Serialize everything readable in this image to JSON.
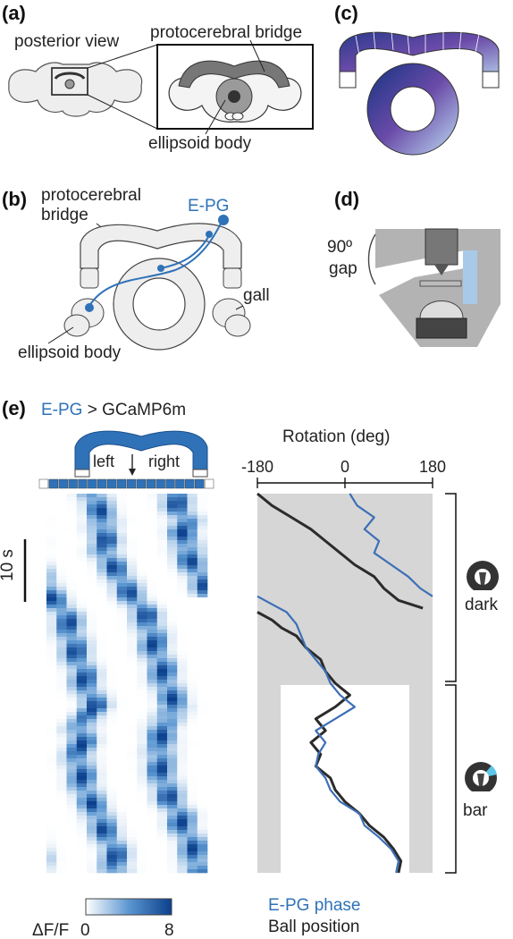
{
  "panels": {
    "a": {
      "letter": "(a)",
      "posterior_view": "posterior view",
      "pb_label": "protocerebral bridge",
      "eb_label": "ellipsoid body"
    },
    "b": {
      "letter": "(b)",
      "pb_label_line1": "protocerebral",
      "pb_label_line2": "bridge",
      "epg_label": "E-PG",
      "gall_label": "gall",
      "eb_label": "ellipsoid body"
    },
    "c": {
      "letter": "(c)"
    },
    "d": {
      "letter": "(d)",
      "gap_line1": "90º",
      "gap_line2": "gap"
    },
    "e": {
      "letter": "(e)",
      "title_epg": "E-PG",
      "title_rest": " > GCaMP6m",
      "left_label": "left",
      "right_label": "right",
      "scale_label": "10 s",
      "colorbar_label": "ΔF/F",
      "colorbar_min": "0",
      "colorbar_max": "8",
      "rotation_title": "Rotation (deg)",
      "x_ticks": [
        "-180",
        "0",
        "180"
      ],
      "dark_label": "dark",
      "bar_label": "bar",
      "legend_phase": "E-PG phase",
      "legend_ball": "Ball position"
    }
  },
  "colors": {
    "epg_blue": "#2f72b8",
    "ball_black": "#2b2b2b",
    "gray_bg": "#d6d6d6",
    "heat_dark": "#0b3f8c"
  },
  "chart_data": {
    "type": "line",
    "title": "",
    "xlabel": "Rotation (deg)",
    "ylabel": "",
    "xlim": [
      -180,
      180
    ],
    "x_ticks": [
      -180,
      0,
      180
    ],
    "y_unit": "s",
    "series": [
      {
        "name": "E-PG phase",
        "color": "#3d6fb6",
        "points": [
          [
            10,
            0
          ],
          [
            25,
            3
          ],
          [
            60,
            6
          ],
          [
            40,
            9
          ],
          [
            70,
            12
          ],
          [
            60,
            15
          ],
          [
            95,
            18
          ],
          [
            130,
            21
          ],
          [
            155,
            24
          ],
          [
            180,
            26
          ],
          [
            -180,
            26
          ],
          [
            -150,
            28
          ],
          [
            -120,
            30
          ],
          [
            -100,
            33
          ],
          [
            -90,
            36
          ],
          [
            -80,
            39
          ],
          [
            -60,
            42
          ],
          [
            -40,
            45
          ],
          [
            -30,
            48
          ],
          [
            -10,
            51
          ],
          [
            20,
            54
          ],
          [
            -20,
            57
          ],
          [
            -60,
            60
          ],
          [
            -40,
            63
          ],
          [
            -55,
            66
          ],
          [
            -60,
            69
          ],
          [
            -40,
            72
          ],
          [
            -30,
            75
          ],
          [
            -10,
            78
          ],
          [
            30,
            81
          ],
          [
            40,
            84
          ],
          [
            70,
            87
          ],
          [
            95,
            90
          ],
          [
            110,
            93
          ],
          [
            105,
            96
          ]
        ]
      },
      {
        "name": "Ball position",
        "color": "#2b2b2b",
        "points": [
          [
            -180,
            0
          ],
          [
            -150,
            3
          ],
          [
            -110,
            6
          ],
          [
            -70,
            9
          ],
          [
            -40,
            12
          ],
          [
            -10,
            15
          ],
          [
            20,
            18
          ],
          [
            60,
            21
          ],
          [
            80,
            24
          ],
          [
            110,
            27
          ],
          [
            160,
            29
          ],
          [
            -180,
            30
          ],
          [
            -150,
            32
          ],
          [
            -130,
            34
          ],
          [
            -100,
            36
          ],
          [
            -80,
            39
          ],
          [
            -50,
            42
          ],
          [
            -40,
            45
          ],
          [
            -20,
            48
          ],
          [
            10,
            51
          ],
          [
            -20,
            54
          ],
          [
            -60,
            57
          ],
          [
            -40,
            60
          ],
          [
            -70,
            63
          ],
          [
            -50,
            66
          ],
          [
            -60,
            69
          ],
          [
            -30,
            72
          ],
          [
            -20,
            75
          ],
          [
            0,
            78
          ],
          [
            30,
            81
          ],
          [
            50,
            84
          ],
          [
            80,
            87
          ],
          [
            100,
            90
          ],
          [
            115,
            93
          ],
          [
            110,
            96
          ]
        ]
      }
    ],
    "conditions": [
      {
        "name": "dark",
        "y_range": [
          0,
          48
        ]
      },
      {
        "name": "bar",
        "y_range": [
          48,
          96
        ]
      }
    ],
    "colorbar": {
      "label": "ΔF/F",
      "min": 0,
      "max": 8
    }
  }
}
